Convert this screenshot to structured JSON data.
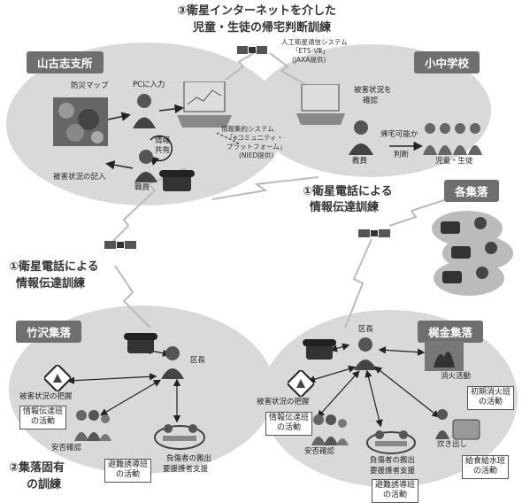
{
  "title": {
    "line1": "③衛星インターネットを介した",
    "line2": "児童・生徒の帰宅判断訓練"
  },
  "satellite": {
    "line1": "人工衛星通信システム",
    "line2": "「ETS-Ⅷ」",
    "line3": "(JAXA提供)"
  },
  "yamakoshi": {
    "header": "山古志支所",
    "map_label": "防災マップ",
    "pc_input": "PCに入力",
    "share_l1": "情報",
    "share_l2": "共有",
    "record": "被害状況の記入",
    "staff": "職員"
  },
  "info_system": {
    "line1": "情報集約システム",
    "line2": "「eコミュニティ・",
    "line3": "プラットフォーム」",
    "line4": "(NIED提供)"
  },
  "school": {
    "header": "小中学校",
    "confirm_l1": "被害状況を",
    "confirm_l2": "確認",
    "judge_l1": "帰宅可能か",
    "judge_l2": "判断",
    "teacher": "教員",
    "students": "児童・生徒"
  },
  "sat_phone_right": {
    "line1": "①衛星電話による",
    "line2": "情報伝達訓練"
  },
  "sat_phone_left": {
    "line1": "①衛星電話による",
    "line2": "情報伝達訓練"
  },
  "villages": {
    "header": "各集落"
  },
  "takezawa": {
    "header": "竹沢集落",
    "chief": "区長",
    "grasp": "被害状況の把握",
    "comm_team_l1": "情報伝達班",
    "comm_team_l2": "の活動",
    "safety": "安否確認",
    "evac_team_l1": "避難誘導班",
    "evac_team_l2": "の活動",
    "rescue_l1": "負傷者の搬出",
    "rescue_l2": "要援護者支援"
  },
  "village_training": {
    "line1": "②集落固有",
    "line2": "の訓練"
  },
  "kajikane": {
    "header": "梶金集落",
    "chief": "区長",
    "fire": "消火活動",
    "fire_team_l1": "初期消火班",
    "fire_team_l2": "の活動",
    "grasp": "被害状況の把握",
    "comm_team_l1": "情報伝達班",
    "comm_team_l2": "の活動",
    "safety": "安否確認",
    "rescue_l1": "負傷者の搬出",
    "rescue_l2": "要援護者支援",
    "evac_team_l1": "避難誘導班",
    "evac_team_l2": "の活動",
    "cooking": "炊き出し",
    "food_team_l1": "給食給水班",
    "food_team_l2": "の活動"
  }
}
